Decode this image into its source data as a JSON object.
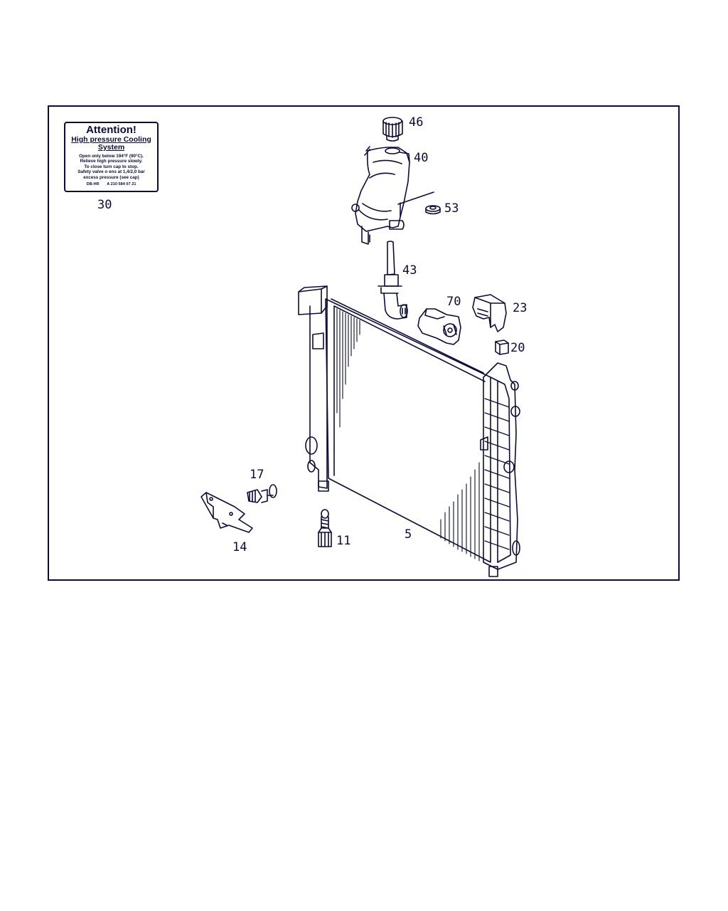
{
  "warning_label": {
    "title": "Attention!",
    "subtitle_line1": "High pressure Cooling",
    "subtitle_line2": "System",
    "instructions": [
      "Open only below 194°F (90°C).",
      "Relieve high pressure slowly.",
      "To close turn cap to stop.",
      "Safety valve o  ens at 1,4/2,0 bar",
      "excess pressure (see cap)"
    ],
    "footer_left": "DB-HR",
    "footer_right": "A 210 584 07 21"
  },
  "part_labels": {
    "p30": "30",
    "p46": "46",
    "p40": "40",
    "p53": "53",
    "p43": "43",
    "p70": "70",
    "p23": "23",
    "p20": "20",
    "p17": "17",
    "p14": "14",
    "p11": "11",
    "p5": "5"
  },
  "colors": {
    "ink": "#0b0b3a",
    "background": "#ffffff"
  }
}
